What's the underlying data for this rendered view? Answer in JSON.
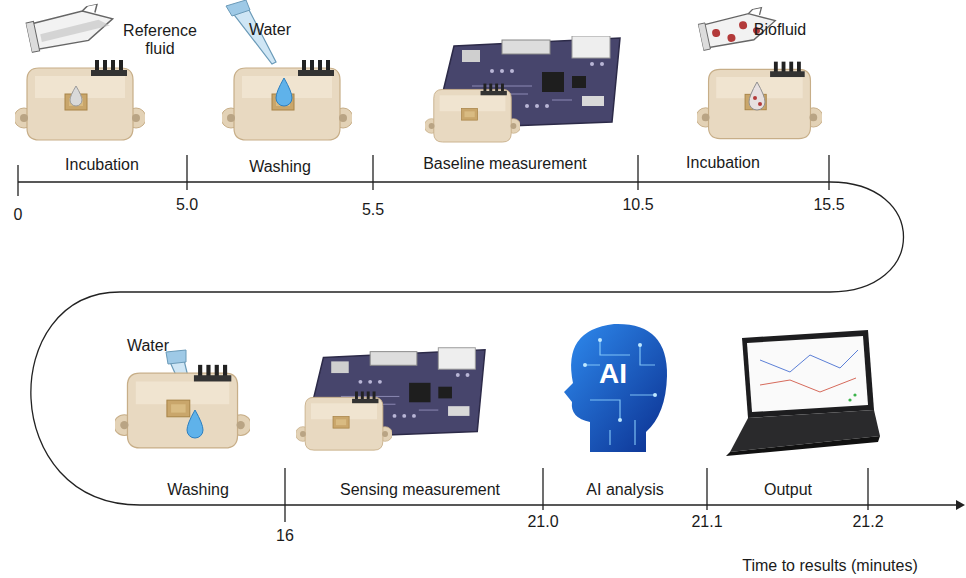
{
  "diagram": {
    "labels": [
      "Reference fluid",
      "Water",
      "Biofluid",
      "Incubation",
      "Washing",
      "Baseline measurement",
      "Incubation",
      "0",
      "5.0",
      "5.5",
      "10.5",
      "15.5",
      "Water",
      "AI",
      "Washing",
      "Sensing measurement",
      "AI analysis",
      "Output",
      "16",
      "21.0",
      "21.1",
      "21.2",
      "Time to results (minutes)"
    ]
  }
}
